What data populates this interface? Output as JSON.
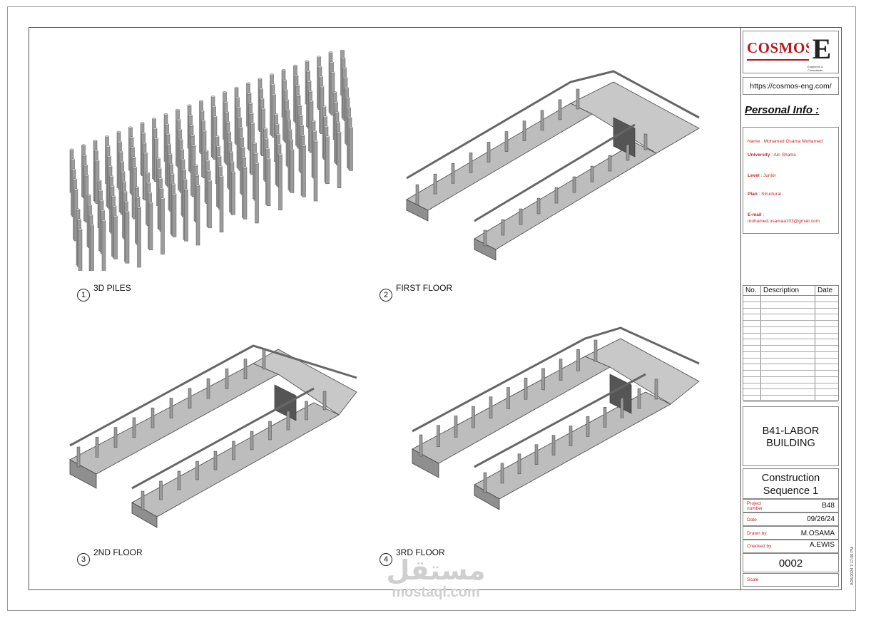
{
  "company": {
    "logo_text": "COSMOS",
    "logo_letter": "E",
    "logo_subtitle": "Engineers & Consultants",
    "url": "https://cosmos-eng.com/"
  },
  "personal_info": {
    "title": "Personal Info :",
    "name_label": "Name :",
    "name_value": "Mohamed Osama Mohamed",
    "university_label": "University",
    "university_value": ": Ain Shams",
    "level_label": "Level",
    "level_value": ": Junior",
    "plan_label": "Plan",
    "plan_value": ": Structural",
    "email_label": "E-mail",
    "email_sep": ":",
    "email_value": "mohamed.osamaa103@gmail.com"
  },
  "revision_table": {
    "headers": [
      "No.",
      "Description",
      "Date"
    ],
    "row_count": 17
  },
  "project": {
    "title_line1": "B41-LABOR",
    "title_line2": "BUILDING",
    "sheet_title_line1": "Construction",
    "sheet_title_line2": "Sequence 1",
    "project_number_label": "Project number",
    "project_number": "B48",
    "date_label": "Date",
    "date": "09/26/24",
    "drawn_by_label": "Drawn by",
    "drawn_by": "M.OSAMA",
    "checked_by_label": "Checked by",
    "checked_by": "A.EWIS",
    "sheet_number": "0002",
    "scale_label": "Scale",
    "print_stamp": "9/26/2024 7:17:00 PM"
  },
  "views": [
    {
      "number": "1",
      "title": "3D PILES"
    },
    {
      "number": "2",
      "title": "FIRST FLOOR"
    },
    {
      "number": "3",
      "title": "2ND FLOOR"
    },
    {
      "number": "4",
      "title": "3RD FLOOR"
    }
  ],
  "watermark": {
    "arabic": "مستقل",
    "latin": "mostaql.com"
  },
  "colors": {
    "accent_red": "#c0262c",
    "line_gray": "#555555",
    "slab_gray": "#b8b8b8"
  }
}
